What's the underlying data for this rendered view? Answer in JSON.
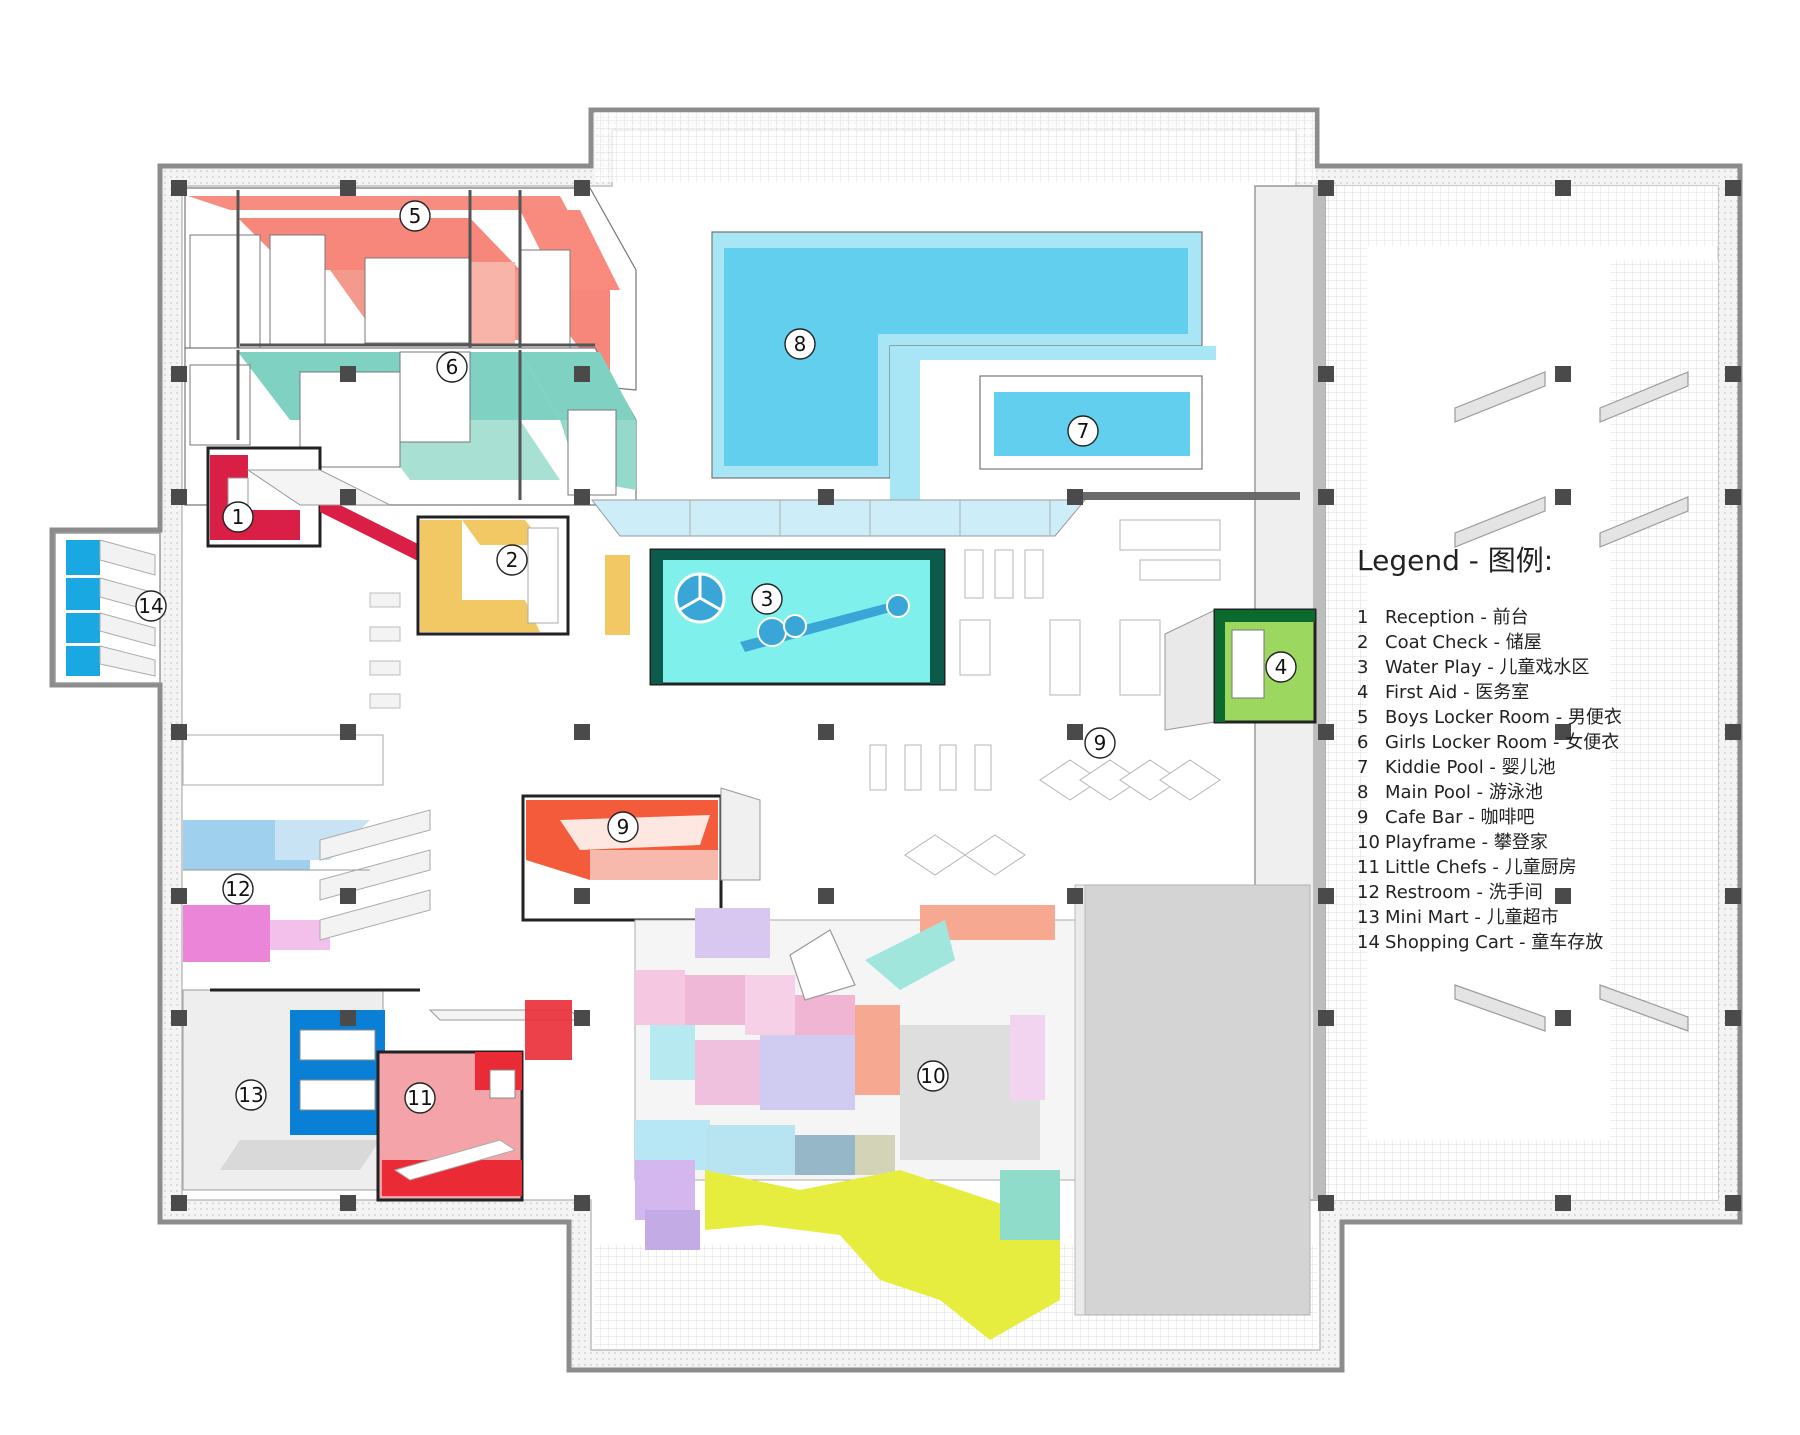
{
  "markers": [
    {
      "num": "1"
    },
    {
      "num": "2"
    },
    {
      "num": "3"
    },
    {
      "num": "4"
    },
    {
      "num": "5"
    },
    {
      "num": "6"
    },
    {
      "num": "7"
    },
    {
      "num": "8"
    },
    {
      "num": "9"
    },
    {
      "num": "9"
    },
    {
      "num": "10"
    },
    {
      "num": "11"
    },
    {
      "num": "12"
    },
    {
      "num": "13"
    },
    {
      "num": "14"
    }
  ],
  "legend": {
    "title": "Legend - 图例:",
    "items": [
      {
        "num": "1",
        "label": "Reception - 前台"
      },
      {
        "num": "2",
        "label": "Coat Check - 储屋"
      },
      {
        "num": "3",
        "label": "Water Play - 儿童戏水区"
      },
      {
        "num": "4",
        "label": "First Aid - 医务室"
      },
      {
        "num": "5",
        "label": "Boys Locker Room - 男便衣"
      },
      {
        "num": "6",
        "label": "Girls Locker Room - 女便衣"
      },
      {
        "num": "7",
        "label": "Kiddie Pool -  婴儿池"
      },
      {
        "num": "8",
        "label": "Main Pool - 游泳池"
      },
      {
        "num": "9",
        "label": "Cafe Bar - 咖啡吧"
      },
      {
        "num": "10",
        "label": "Playframe - 攀登家"
      },
      {
        "num": "11",
        "label": "Little Chefs - 儿童厨房"
      },
      {
        "num": "12",
        "label": "Restroom - 洗手间"
      },
      {
        "num": "13",
        "label": "Mini Mart - 儿童超市"
      },
      {
        "num": "14",
        "label": "Shopping Cart - 童车存放"
      }
    ]
  },
  "colors": {
    "wall": "#8a8a8a",
    "boys_locker": "#f7877a",
    "girls_locker": "#7fd1c1",
    "reception": "#d91f45",
    "coat_check": "#f2c864",
    "water_play": "#7ff0ec",
    "first_aid": "#9cd75f",
    "main_pool": "#63cfee",
    "kiddie_pool": "#63cfee",
    "cafe_bar": "#f45b3b",
    "playframe_yellow": "#e6ed3f",
    "little_chefs": "#f4a3a8",
    "restroom_blue": "#9fd1ef",
    "restroom_pink": "#ea85d8",
    "mini_mart": "#0a7fd6",
    "shopping_cart": "#1aa8e3"
  }
}
